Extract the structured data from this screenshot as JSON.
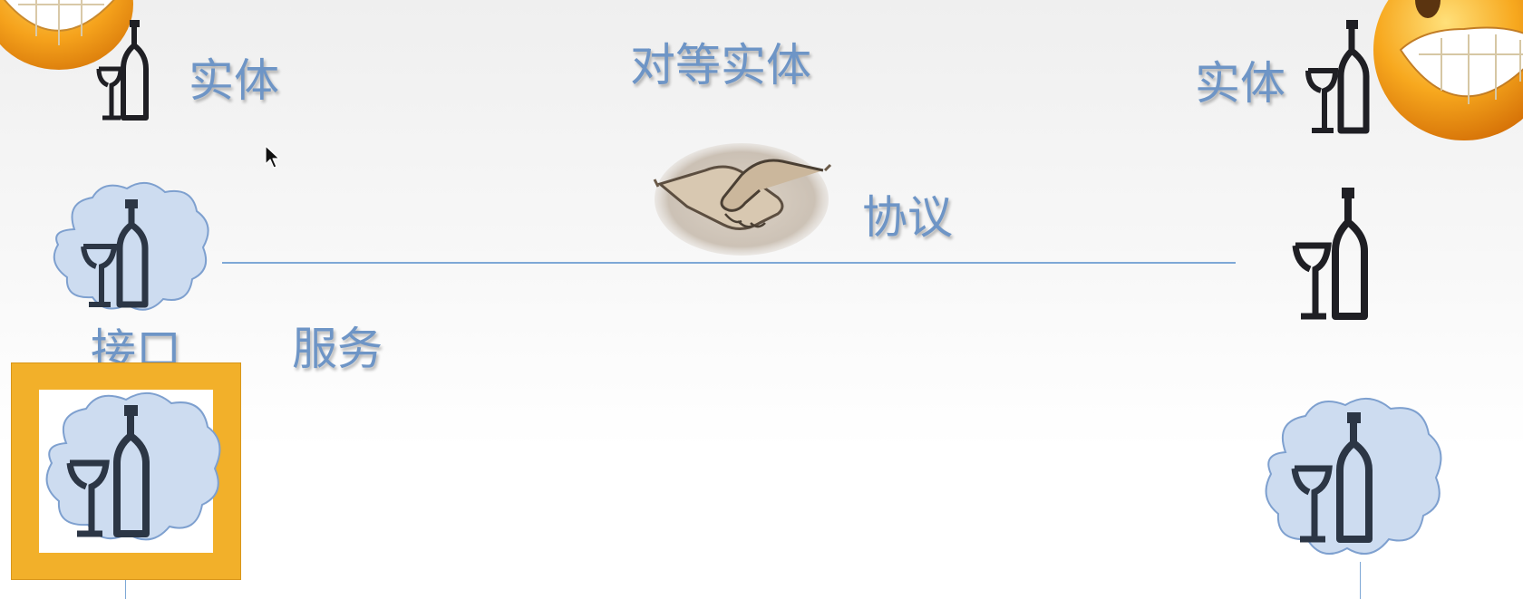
{
  "labels": {
    "top_left_entity": "实体",
    "peer_entity": "对等实体",
    "top_right_entity": "实体",
    "protocol": "协议",
    "interface": "接口",
    "service": "服务"
  },
  "colors": {
    "label": "#6e95c6",
    "cloud_fill": "#cddcf0",
    "cloud_stroke": "#7ea0cf",
    "icon": "#1f1f24",
    "icon_dark": "#2c3645",
    "highlight": "#f2b02a",
    "protocol_line": "#7ea8d6"
  },
  "icons": {
    "entity": "wine-bottle-glass-icon",
    "peer": "handshake-icon",
    "corner": "grinning-smiley-icon",
    "cursor": "mouse-pointer-icon"
  }
}
